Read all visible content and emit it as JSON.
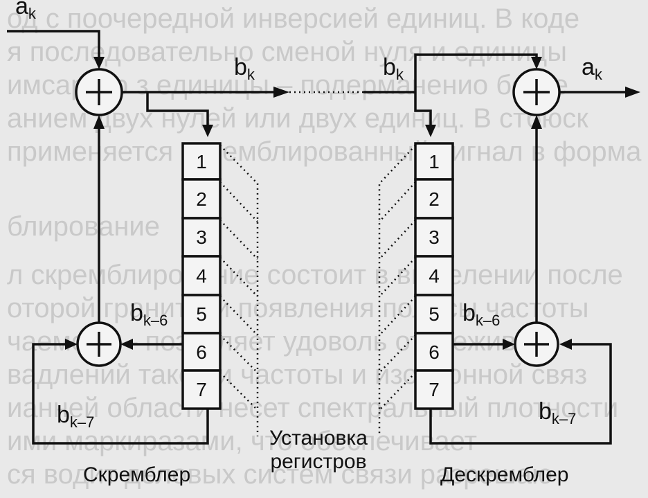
{
  "signals": {
    "input": "a",
    "input_sub": "k",
    "encoded": "b",
    "encoded_sub": "k",
    "output": "a",
    "output_sub": "k",
    "tap6": "b",
    "tap6_sub": "k–6",
    "tap7": "b",
    "tap7_sub": "k–7"
  },
  "register_cells": [
    "1",
    "2",
    "3",
    "4",
    "5",
    "6",
    "7"
  ],
  "captions": {
    "scrambler": "Скремблер",
    "descrambler": "Дескремблер",
    "registers_line1": "Установка",
    "registers_line2": "регистров"
  },
  "background_text": [
    "од с поочередной инверсией единиц. В коде",
    "я последовательно сменой нуля и единицы",
    "имсарвтр з единицы – подерманенио бесте",
    "анием двух нулей или двух единиц. В стбюск",
    "применяется скремблированный сигнал в форма",
    "блирование",
    "л скремблирование состоит в выделении после",
    "оторой гранитети появления полосы частоты",
    "чаемое — позволяет удоволь отслеживать",
    "вадлений такой и частоты и изохронной связ",
    "ианней области несет спектральный плотности",
    "ими маркиразами, что обеспечивает",
    "ся водит деловых систем связи разрешаю"
  ]
}
